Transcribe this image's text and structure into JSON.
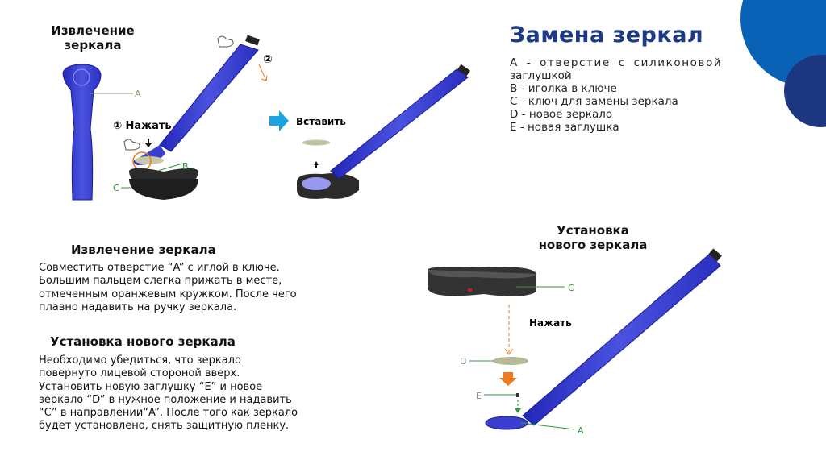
{
  "slide": {
    "title": "Замена зеркал",
    "legend": [
      "A - отверстие с силиконовой",
      "заглушкой",
      "B - иголка в ключе",
      "C - ключ для замены зеркала",
      "D - новое зеркало",
      "E - новая заглушка"
    ],
    "colors": {
      "title": "#1c3a86",
      "circle_light": "#0a62b6",
      "circle_dark": "#1d3680",
      "handle": "#3a3fd0",
      "arrow_orange": "#f07a1e",
      "arrow_blue": "#1aa3e0",
      "label_green": "#2e9a3a"
    }
  },
  "diagram_top": {
    "heading_line1": "Извлечение",
    "heading_line2": "зеркала",
    "label_a": "A",
    "label_b": "B",
    "label_c": "C",
    "step1": "① Нажать",
    "step2": "②",
    "insert": "Вставить"
  },
  "diagram_bottom": {
    "heading_line1": "Установка",
    "heading_line2": "нового зеркала",
    "label_c": "C",
    "label_d": "D",
    "label_e": "E",
    "label_a": "A",
    "press": "Нажать"
  },
  "sections": {
    "removal_heading": "Извлечение зеркала",
    "removal_text": "Совместить отверстие “A” с иглой в ключе. Большим пальцем слегка прижать в месте, отмеченным оранжевым кружком. После чего плавно надавить на ручку зеркала.",
    "install_heading": "Установка нового зеркала",
    "install_text": "Необходимо убедиться, что зеркало повернуто лицевой стороной вверх. Установить новую заглушку “E” и новое зеркало “D” в нужное положение и надавить “C” в направлении“A”. После того как зеркало будет установлено, снять защитную пленку."
  }
}
